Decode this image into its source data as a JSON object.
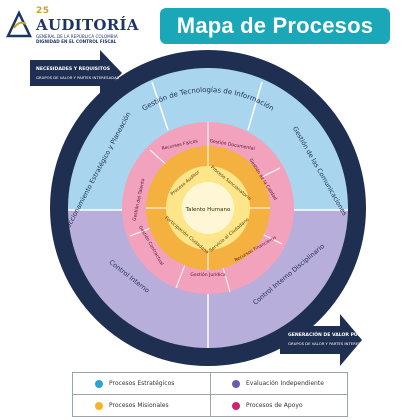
{
  "header": {
    "logo_number": "25",
    "logo_name": "AUDITORÍA",
    "logo_sub1": "GENERAL DE LA REPÚBLICA COLOMBIA",
    "logo_sub2": "DIGNIDAD EN EL CONTROL FISCAL",
    "title": "Mapa de Procesos"
  },
  "arrows": {
    "input_title": "NECESIDADES Y REQUISITOS",
    "input_sub": "GRUPOS DE VALOR Y PARTES INTERESADAS",
    "output_title": "GENERACIÓN DE VALOR PÚBLICO",
    "output_sub": "GRUPOS DE VALOR Y PARTES INTERESADAS"
  },
  "rings": {
    "outer_band": [
      "Direccionamiento Estratégico y Planeación",
      "Gestión de Tecnologías de Información",
      "Gestión de las Comunicaciones",
      "Control Interno",
      "Control Interno Disciplinario"
    ],
    "pink_ring": [
      "Recursos Físicos",
      "Gestión Documental",
      "Gestión de la Calidad",
      "Recursos Financieros",
      "Gestión Jurídica",
      "Gestión Contractual",
      "Gestión del Talento"
    ],
    "orange_ring": [
      "Proceso Auditor",
      "Proceso Sancionatorio",
      "Participación Ciudadana",
      "Servicio al Ciudadano"
    ],
    "center": "Talento Humano"
  },
  "legend": {
    "items": [
      {
        "label": "Procesos Estratégicos",
        "color": "#2aa3d8"
      },
      {
        "label": "Evaluación Independiente",
        "color": "#6b5bb0"
      },
      {
        "label": "Procesos Misionales",
        "color": "#f2b52a"
      },
      {
        "label": "Procesos de Apoyo",
        "color": "#c8266e"
      }
    ]
  },
  "colors": {
    "navy": "#1f2f52",
    "blue_band": "#a9d6ee",
    "purple_band": "#b8aedb",
    "pink": "#f2a2bd",
    "orange": "#f5b13f",
    "yellow": "#fde58a",
    "teal": "#1aa8b8"
  }
}
